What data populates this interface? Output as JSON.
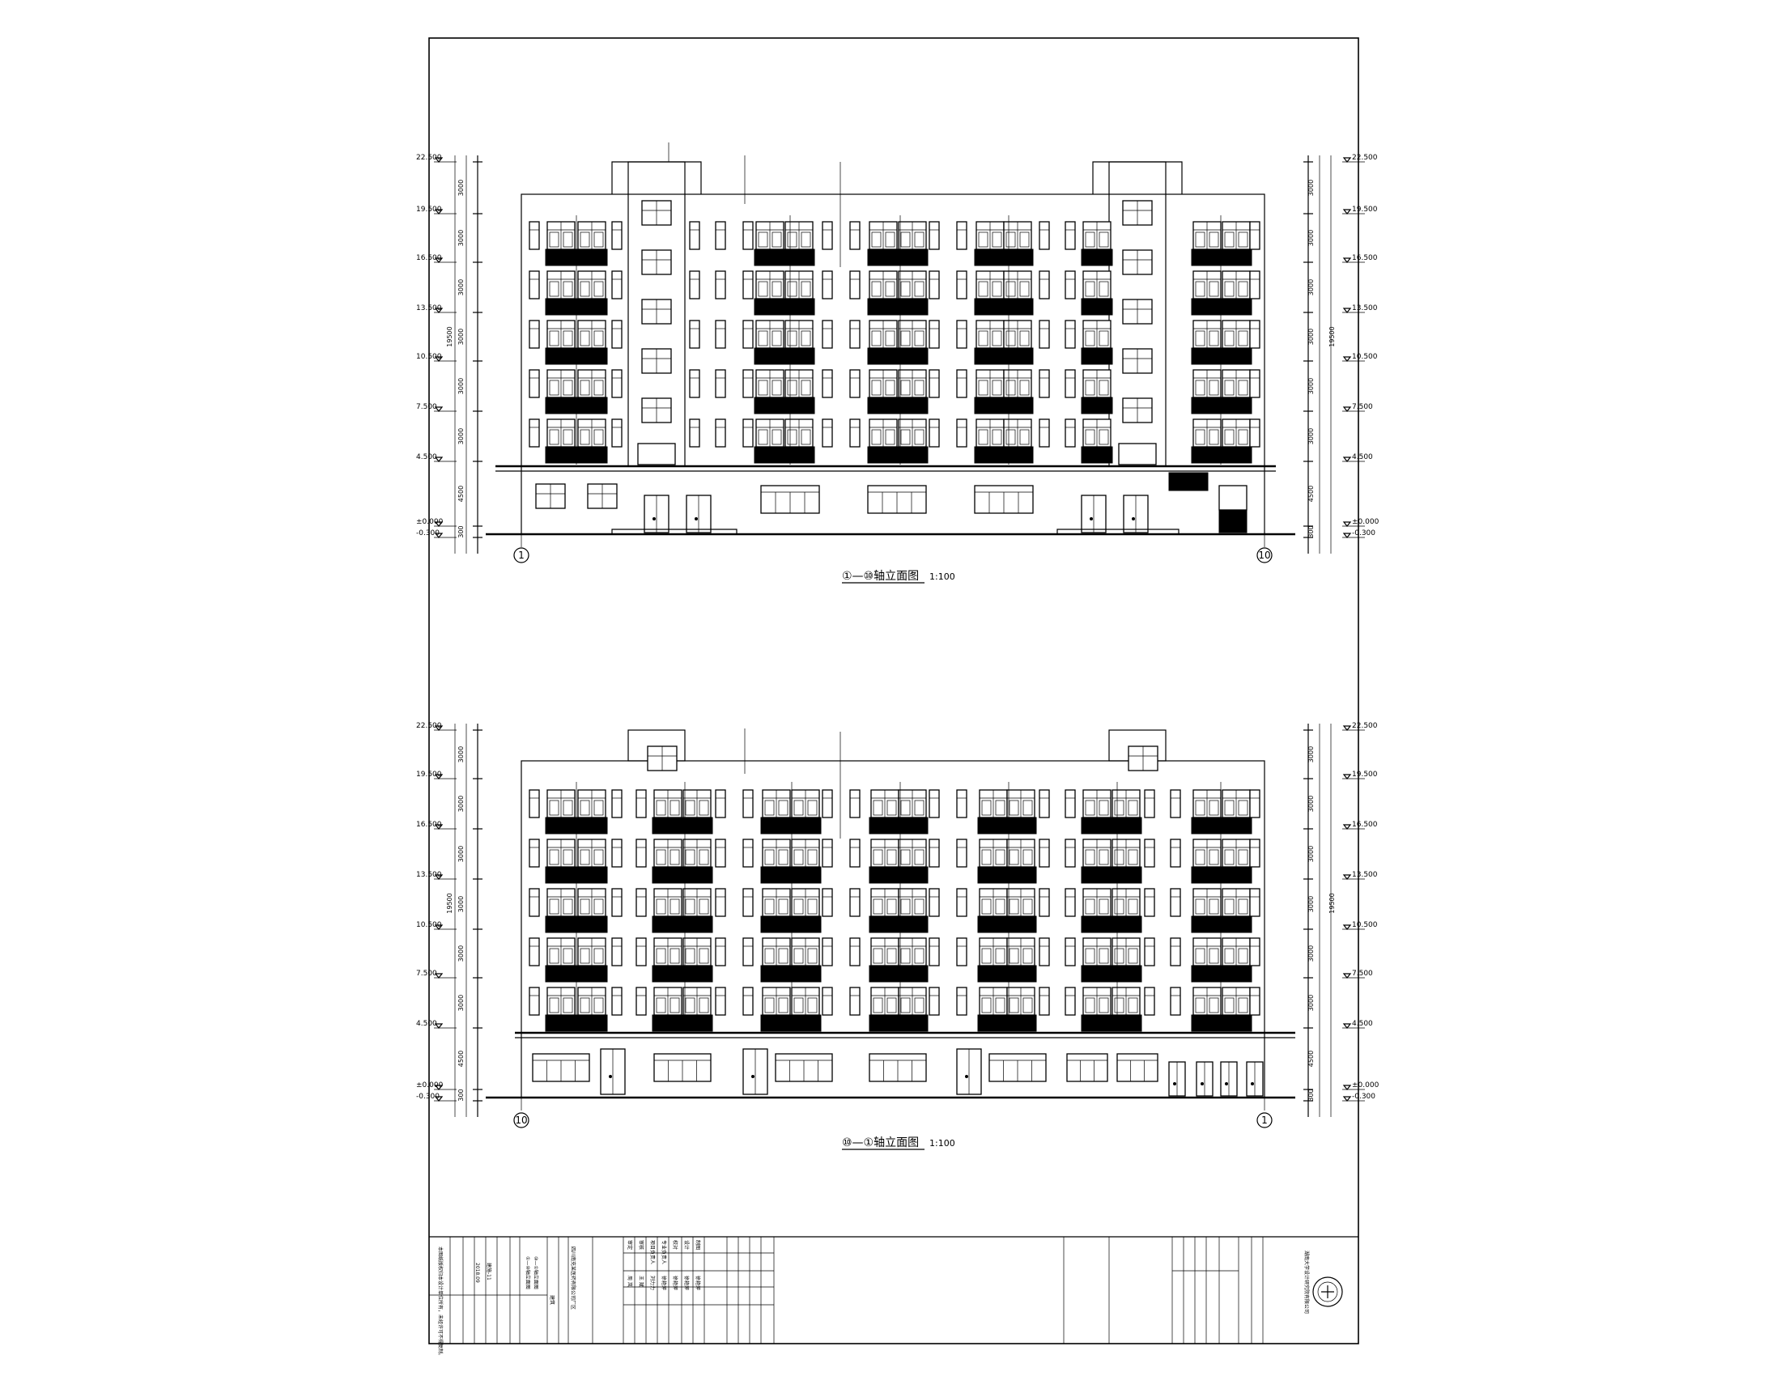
{
  "drawing": {
    "elevation_top": {
      "title": "①—⑩轴立面图",
      "scale": "1:100",
      "axis_start": "1",
      "axis_end": "10"
    },
    "elevation_bottom": {
      "title": "⑩—①轴立面图",
      "scale": "1:100",
      "axis_start": "10",
      "axis_end": "1"
    },
    "levels": [
      "22.500",
      "19.500",
      "16.500",
      "13.500",
      "10.500",
      "7.500",
      "4.500",
      "±0.000",
      "-0.300"
    ],
    "level_dims": [
      "3000",
      "3000",
      "3000",
      "3000",
      "3000",
      "3000",
      "4500",
      "300"
    ],
    "total_height": "19500"
  },
  "title_block": {
    "company": "湖南大学设计研究院有限公司",
    "project_name": "四川南充某医药有限公司厂区",
    "drawing_name_1": "①—⑩轴立面图",
    "drawing_name_2": "⑩—①轴立面图",
    "discipline": "建筑",
    "roles": [
      "审定",
      "审核",
      "项目负责人",
      "专业负责人",
      "校对",
      "设计",
      "制图"
    ],
    "names": [
      "周 岚",
      "王 斌",
      "刘力力",
      "徐艳萍",
      "徐艳萍",
      "徐艳萍",
      "徐艳萍"
    ],
    "drawing_no": "建施-11",
    "date": "2018.09",
    "note": "本图纸版权归本设计单位所有，未经许可不得复制。"
  }
}
